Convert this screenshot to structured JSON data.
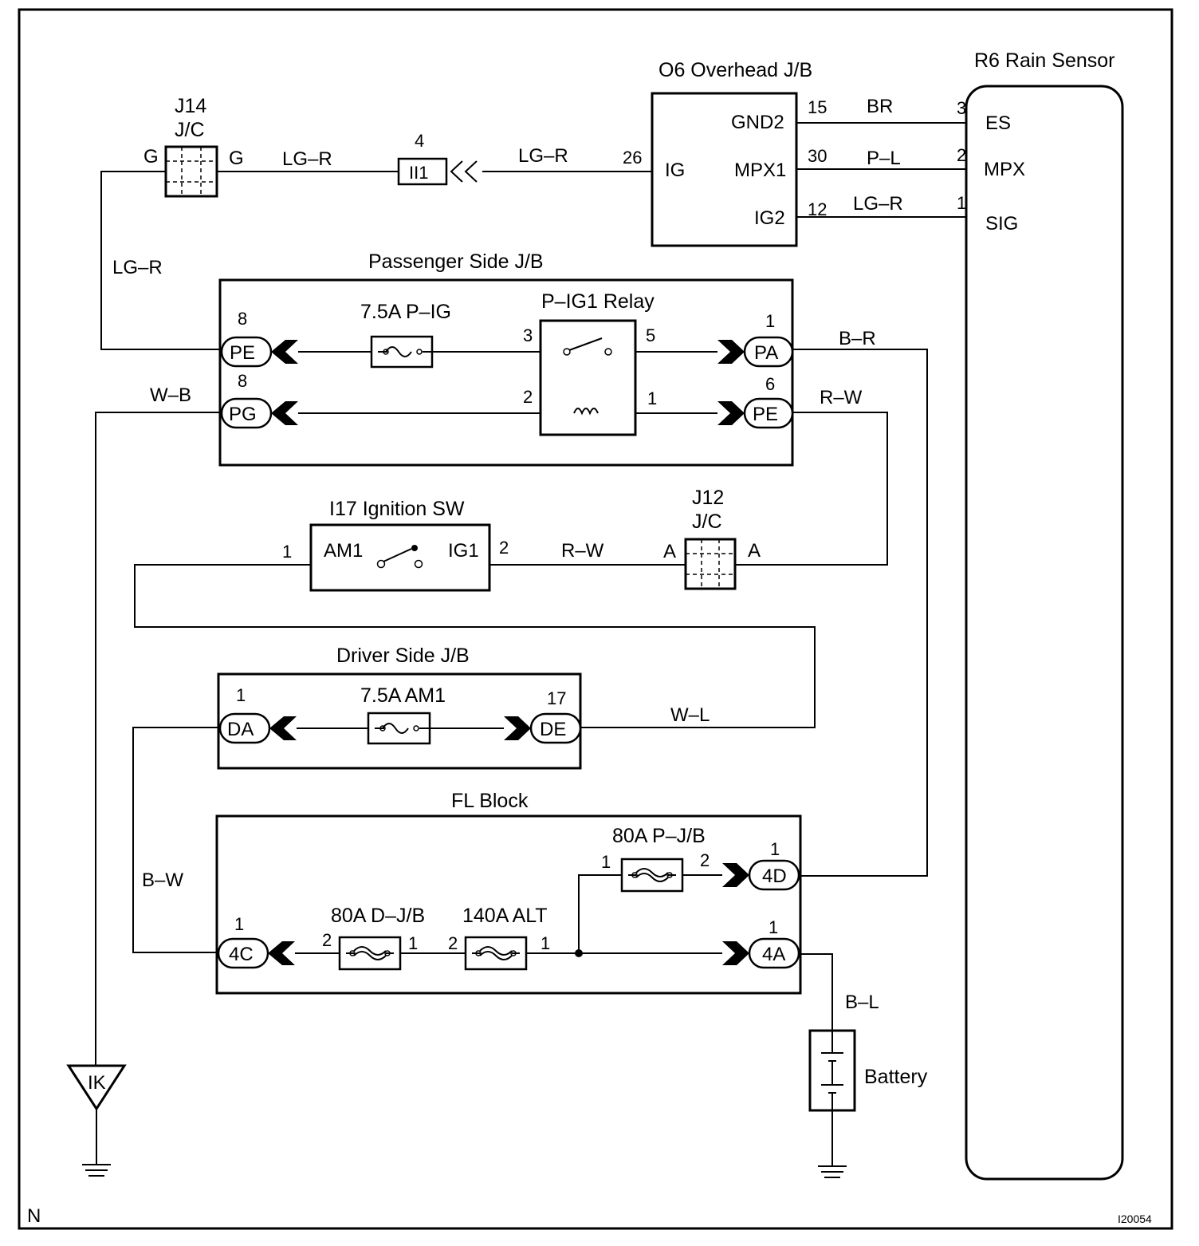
{
  "labels": {
    "o6": "O6 Overhead J/B",
    "r6": "R6 Rain Sensor",
    "j14_a": "J14",
    "j14_b": "J/C",
    "j12_a": "J12",
    "j12_b": "J/C",
    "passenger_jb": "Passenger Side J/B",
    "relay": "P–IG1 Relay",
    "fuse_pig": "7.5A P–IG",
    "ignition": "I17 Ignition SW",
    "driver_jb": "Driver Side J/B",
    "fuse_am1": "7.5A AM1",
    "fl_block": "FL Block",
    "fuse_pjb": "80A P–J/B",
    "fuse_djb": "80A D–J/B",
    "fuse_alt": "140A ALT",
    "battery": "Battery",
    "ground_ik": "IK",
    "corner_n": "N",
    "doc_code": "I20054"
  },
  "terminals": {
    "o6_gnd2": "GND2",
    "o6_mpx1": "MPX1",
    "o6_ig2": "IG2",
    "o6_ig": "IG",
    "r6_es": "ES",
    "r6_mpx": "MPX",
    "r6_sig": "SIG",
    "ign_am1": "AM1",
    "ign_ig1": "IG1",
    "j14_left": "G",
    "j14_right": "G",
    "j12_left": "A",
    "j12_right": "A",
    "ii1": "II1"
  },
  "connectors": {
    "pe8": "PE",
    "pg8": "PG",
    "pa1": "PA",
    "pe6": "PE",
    "da": "DA",
    "de": "DE",
    "c4d": "4D",
    "c4c": "4C",
    "c4a": "4A"
  },
  "pins": {
    "o6_15": "15",
    "o6_30": "30",
    "o6_12": "12",
    "o6_26": "26",
    "r6_3": "3",
    "r6_2": "2",
    "r6_1": "1",
    "ii1_4": "4",
    "pe8": "8",
    "pg8": "8",
    "pa1": "1",
    "pe6": "6",
    "relay_3": "3",
    "relay_5": "5",
    "relay_2": "2",
    "relay_1": "1",
    "ign_1": "1",
    "ign_2": "2",
    "da_1": "1",
    "de_17": "17",
    "pjb_1": "1",
    "pjb_2": "2",
    "c4d_1": "1",
    "c4c_1": "1",
    "djb_2": "2",
    "djb_1": "1",
    "alt_2": "2",
    "alt_1": "1",
    "c4a_1": "1"
  },
  "wires": {
    "br": "BR",
    "pl": "P–L",
    "lgr_top": "LG–R",
    "lgr_1": "LG–R",
    "lgr_2": "LG–R",
    "lgr_left": "LG–R",
    "br_r": "B–R",
    "wb": "W–B",
    "rw_1": "R–W",
    "rw_2": "R–W",
    "wl": "W–L",
    "bw": "B–W",
    "bl": "B–L"
  }
}
